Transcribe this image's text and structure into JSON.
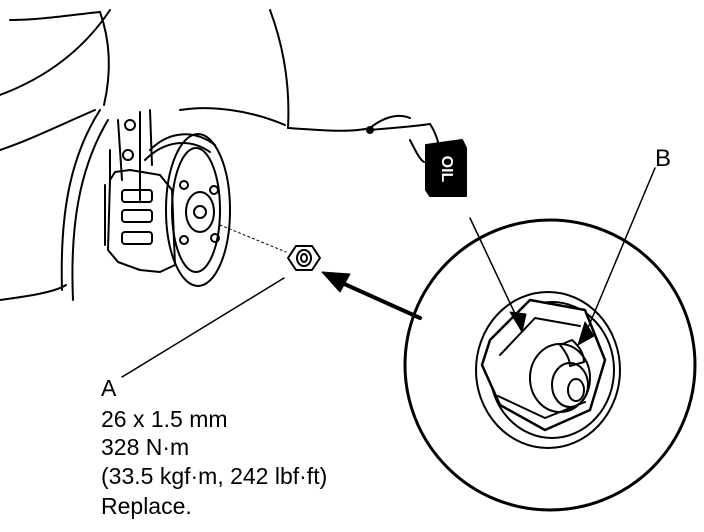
{
  "callout_a": {
    "letter": "A",
    "size": "26 x 1.5 mm",
    "torque_nm": "328 N·m",
    "torque_alt": "(33.5 kgf·m, 242 lbf·ft)",
    "note": "Replace."
  },
  "callout_b": {
    "letter": "B"
  },
  "oil_tag": {
    "text": "OIL"
  },
  "colors": {
    "line": "#000000",
    "background": "#ffffff"
  }
}
